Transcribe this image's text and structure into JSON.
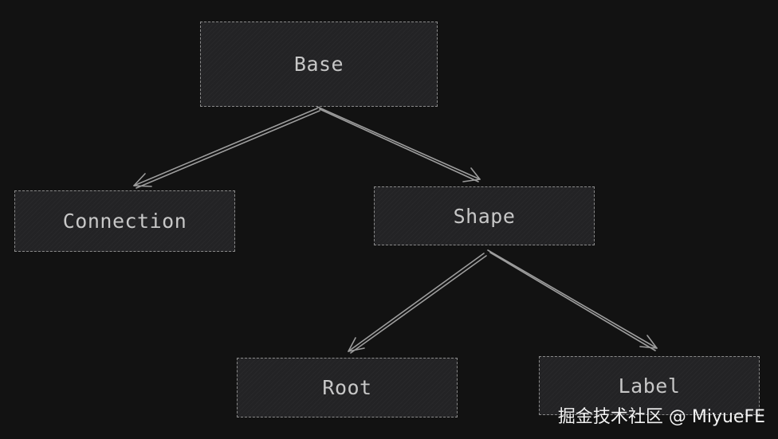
{
  "diagram": {
    "nodes": {
      "base": {
        "label": "Base"
      },
      "connection": {
        "label": "Connection"
      },
      "shape": {
        "label": "Shape"
      },
      "root": {
        "label": "Root"
      },
      "label_node": {
        "label": "Label"
      }
    },
    "edges": [
      {
        "from": "Base",
        "to": "Connection"
      },
      {
        "from": "Base",
        "to": "Shape"
      },
      {
        "from": "Shape",
        "to": "Root"
      },
      {
        "from": "Shape",
        "to": "Label"
      }
    ]
  },
  "watermark": {
    "text": "掘金技术社区 @ MiyueFE"
  },
  "colors": {
    "background": "#121212",
    "node_fill": "#232325",
    "node_border": "#8a8a8a",
    "text": "#c7c7c7",
    "edge": "#9d9d9d"
  }
}
